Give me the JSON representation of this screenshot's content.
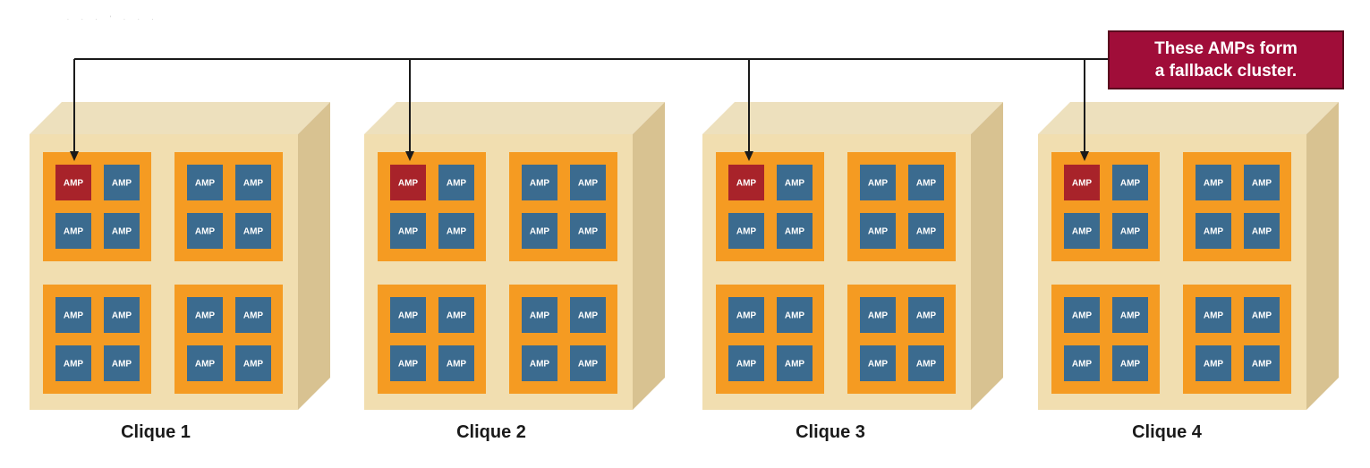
{
  "colors": {
    "box_front": "#f1deb0",
    "box_top": "#ede0bd",
    "box_side": "#d8c291",
    "node": "#f59b22",
    "amp": "#3b6b8f",
    "amp_highlight": "#a8232a",
    "connector": "#1a1a1a",
    "callout_bg": "#a00d39",
    "amp_text": "#ffffff"
  },
  "callout": {
    "line1": "These AMPs form",
    "line2": "a fallback cluster."
  },
  "amp_label": "AMP",
  "cliques": [
    {
      "label": "Clique 1"
    },
    {
      "label": "Clique 2"
    },
    {
      "label": "Clique 3"
    },
    {
      "label": "Clique 4"
    }
  ],
  "nodes_per_clique": 4,
  "amps_per_node": 4,
  "highlighted_amp": {
    "node": 0,
    "amp": 0
  }
}
